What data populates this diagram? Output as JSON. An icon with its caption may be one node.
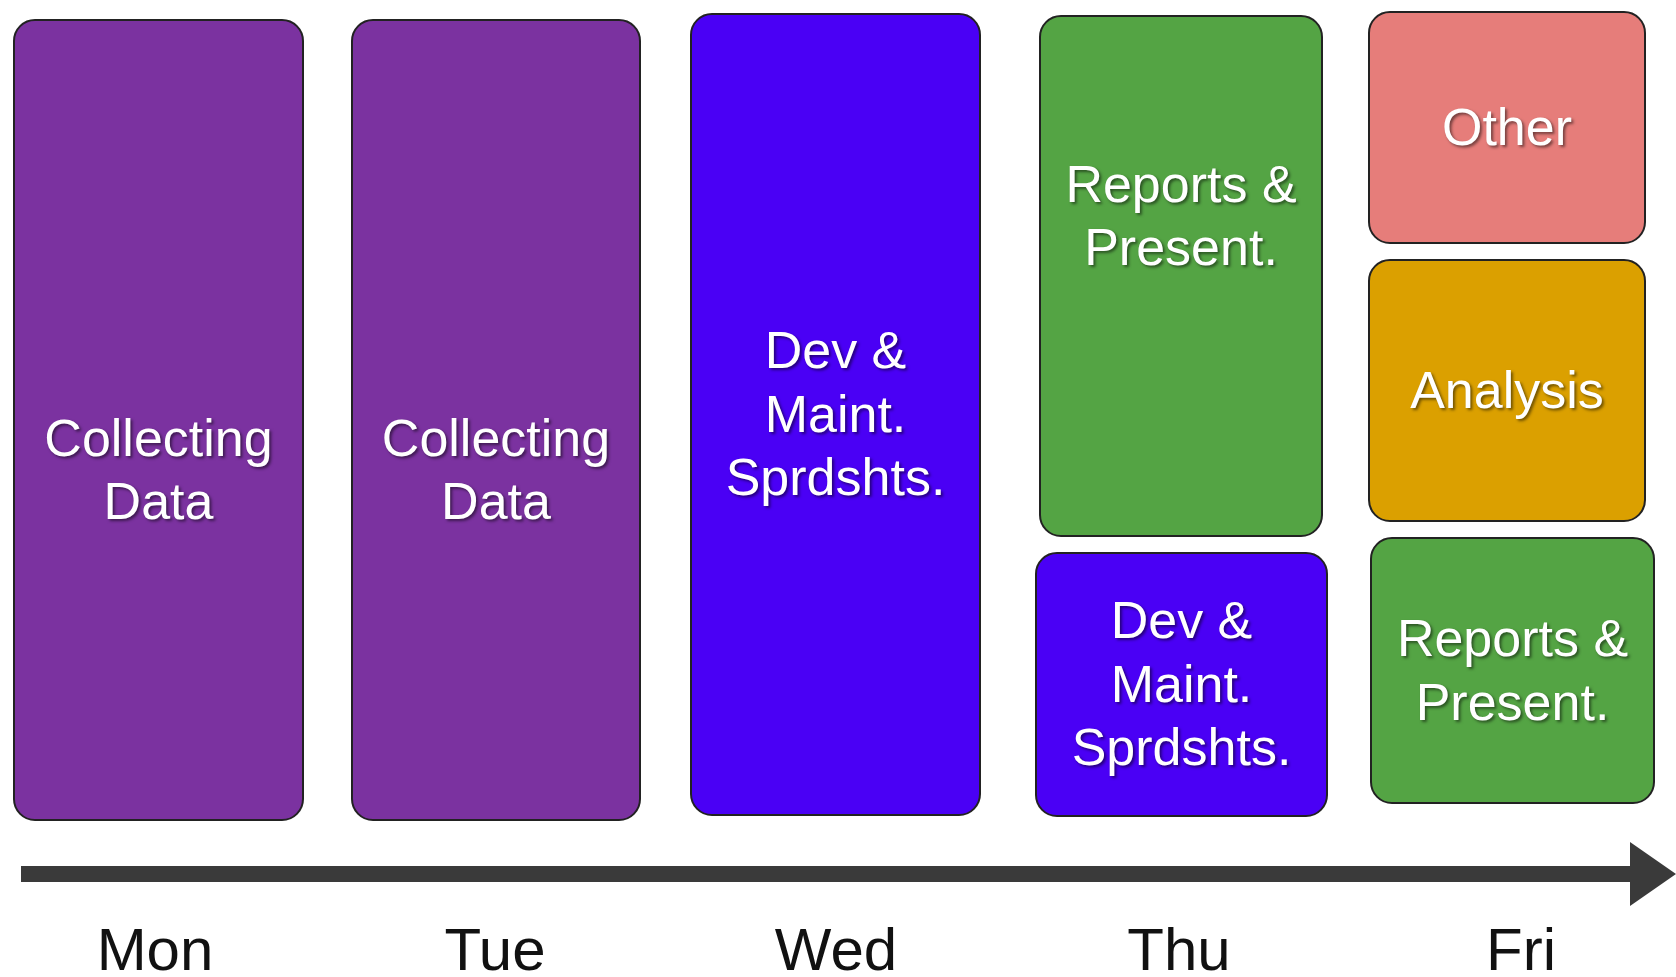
{
  "diagram": {
    "nodes": [
      {
        "text": [
          "Collecting Data"
        ]
      },
      {
        "text": [
          "Collecting Data"
        ]
      },
      {
        "text": [
          "Dev & Maint. Sprdshts."
        ]
      },
      {
        "text": [
          "Reports & Present."
        ]
      },
      {
        "text": [
          "Dev & Maint. Sprdshts."
        ]
      },
      {
        "text": [
          "Other"
        ]
      },
      {
        "text": [
          "Analysis"
        ]
      },
      {
        "text": [
          "Reports & Present."
        ]
      }
    ],
    "labels": [
      "Mon",
      "Tue",
      "Wed",
      "Thu",
      "Fri"
    ]
  }
}
